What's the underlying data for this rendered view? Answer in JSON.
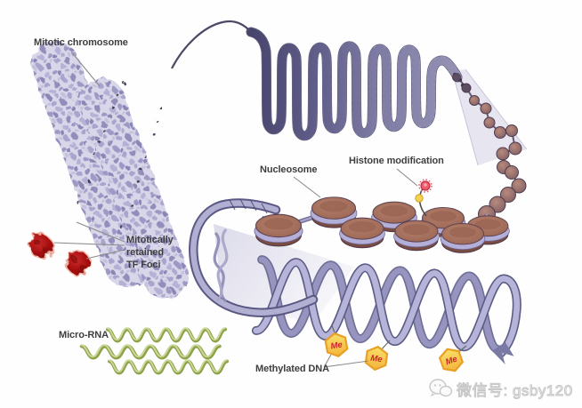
{
  "diagram": {
    "labels": {
      "mitotic_chromosome": "Mitotic chromosome",
      "mitotically_retained_tf_foci": "Mitotically\nretained\nTF Foci",
      "nucleosome": "Nucleosome",
      "histone_modification": "Histone modification",
      "micro_rna": "Micro-RNA",
      "methylated_dna": "Methylated DNA"
    },
    "badges": {
      "methyl": "Me"
    },
    "watermark": {
      "text": "微信号: gsby120"
    },
    "colors": {
      "chromatin_lavender": "#a8a4cd",
      "fiber_dark": "#4e4c74",
      "fiber_light": "#b9b7d7",
      "nucleosome_brown": "#a4725f",
      "dna_ribbon": "#b6b4d8",
      "tf_foci_red": "#9c0b0b",
      "methyl_badge_yellow": "#f6c94e",
      "methyl_text_red": "#cf2430",
      "micro_rna_green": "#8da34a",
      "label_text": "#3e3e3e",
      "watermark_gray": "#c7c7c7"
    }
  }
}
